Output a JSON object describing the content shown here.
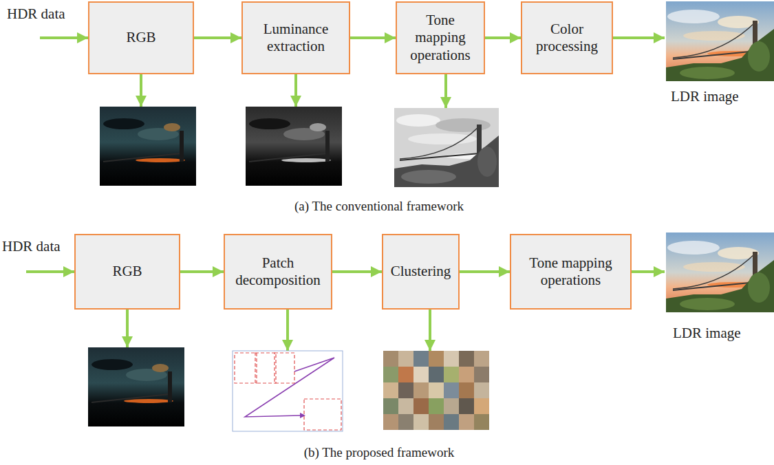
{
  "diagram": {
    "nodes": [
      {
        "text": [
          "RGB"
        ]
      },
      {
        "text": [
          "Luminance extraction"
        ]
      },
      {
        "text": [
          "Tone mapping operations"
        ]
      },
      {
        "text": [
          "Color processing"
        ]
      },
      {
        "text": [
          "RGB"
        ]
      },
      {
        "text": [
          "Patch decomposition"
        ]
      },
      {
        "text": [
          "Clustering"
        ]
      },
      {
        "text": [
          "Tone mapping operations"
        ]
      }
    ],
    "edges": [
      {
        "from": 0,
        "to": 1,
        "arrow": "to"
      },
      {
        "from": 1,
        "to": 2,
        "arrow": "to"
      },
      {
        "from": 2,
        "to": 3,
        "arrow": "to"
      },
      {
        "from": 4,
        "to": 5,
        "arrow": "to"
      },
      {
        "from": 5,
        "to": 6,
        "arrow": "to"
      },
      {
        "from": 6,
        "to": 7,
        "arrow": "to"
      }
    ],
    "labels": [
      "HDR data",
      "LDR image",
      "(a) The conventional framework",
      "HDR data",
      "LDR image",
      "(b) The proposed framework"
    ]
  }
}
